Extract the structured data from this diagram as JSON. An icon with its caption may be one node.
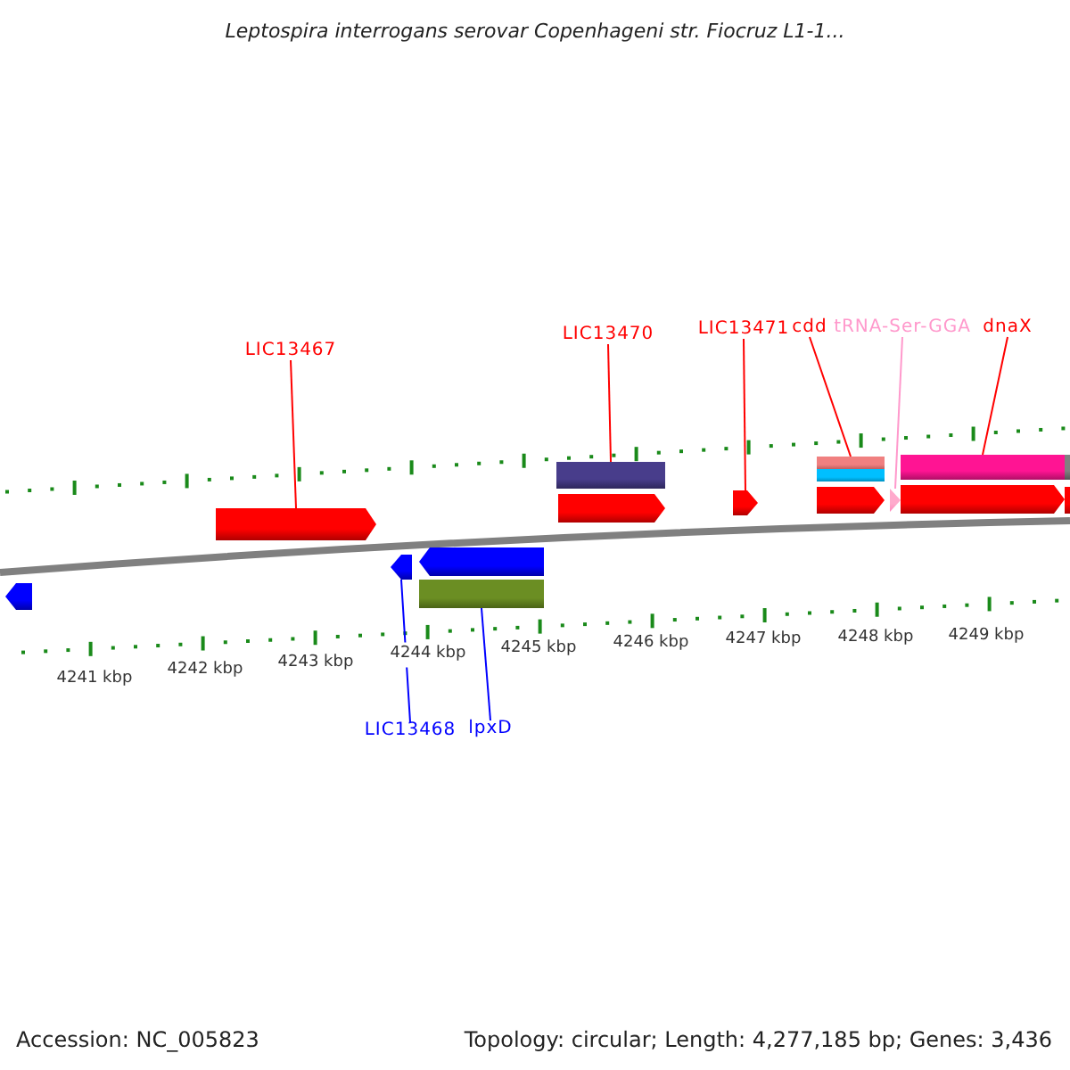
{
  "diagram": {
    "title": "Leptospira interrogans serovar Copenhageni str. Fiocruz L1-1...",
    "nodes": [
      {
        "text": [
          "LIC13467"
        ]
      },
      {
        "text": [
          "LIC13470"
        ]
      },
      {
        "text": [
          "LIC13471"
        ]
      },
      {
        "text": [
          "cdd"
        ]
      },
      {
        "text": [
          "tRNA-Ser-GGA"
        ]
      },
      {
        "text": [
          "dnaX"
        ]
      },
      {
        "text": [
          "LIC13468"
        ]
      },
      {
        "text": [
          "lpxD"
        ]
      },
      {
        "text": [],
        "shape": "arrow"
      },
      {
        "text": [],
        "shape": "arrow"
      },
      {
        "text": [],
        "shape": "arrow"
      },
      {
        "text": [],
        "shape": "arrow"
      },
      {
        "text": [],
        "shape": "bar"
      },
      {
        "text": [],
        "shape": "bar"
      },
      {
        "text": [],
        "shape": "arrow"
      },
      {
        "text": [],
        "shape": "arrow"
      },
      {
        "text": [],
        "shape": "bar"
      },
      {
        "text": [],
        "shape": "bar"
      },
      {
        "text": [],
        "shape": "arrow"
      },
      {
        "text": [],
        "shape": "triangle"
      },
      {
        "text": [],
        "shape": "bar"
      },
      {
        "text": [],
        "shape": "arrow"
      },
      {
        "text": [],
        "shape": "bar"
      },
      {
        "text": [],
        "shape": "bar"
      }
    ],
    "edges": [
      {
        "from": 0,
        "to": 9,
        "arrow": "none"
      },
      {
        "from": 1,
        "to": 13,
        "arrow": "none"
      },
      {
        "from": 2,
        "to": 15,
        "arrow": "none"
      },
      {
        "from": 3,
        "to": 16,
        "arrow": "none"
      },
      {
        "from": 4,
        "to": 19,
        "arrow": "none",
        "color": "#ff99cc"
      },
      {
        "from": 5,
        "to": 20,
        "arrow": "none"
      },
      {
        "from": 6,
        "to": 10,
        "arrow": "none",
        "color": "#0000ff"
      },
      {
        "from": 7,
        "to": 12,
        "arrow": "none",
        "color": "#0000ff"
      }
    ],
    "labels": [
      "4241 kbp",
      "4242 kbp",
      "4243 kbp",
      "4244 kbp",
      "4245 kbp",
      "4246 kbp",
      "4247 kbp",
      "4248 kbp",
      "4249 kbp",
      "Accession: NC_005823",
      "Topology: circular; Length: 4,277,185 bp; Genes: 3,436"
    ]
  }
}
